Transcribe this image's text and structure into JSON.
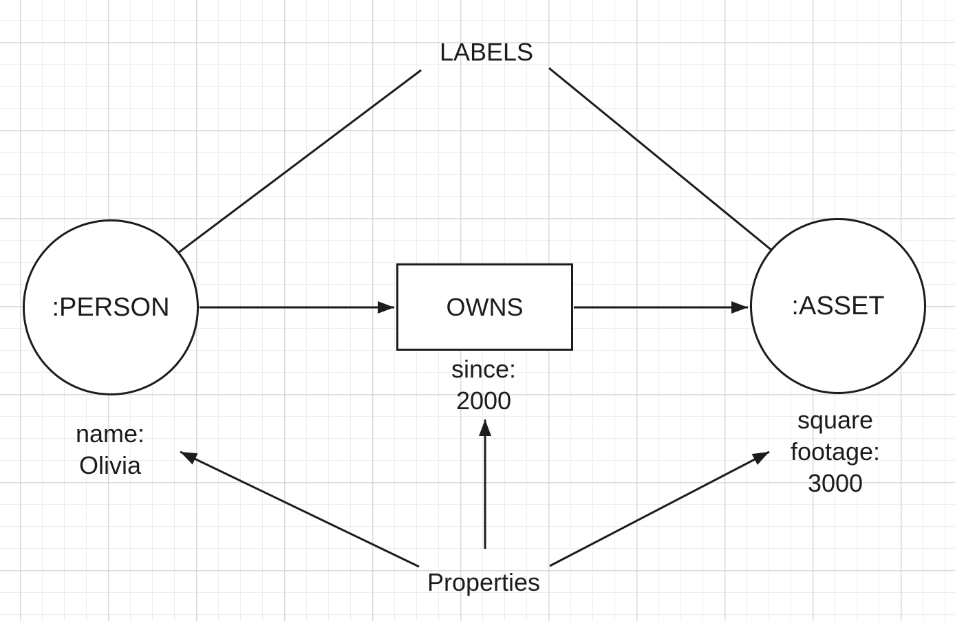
{
  "canvas": {
    "background": "#ffffff",
    "grid_minor_color": "#ededed",
    "grid_major_color": "#dadada",
    "stroke_color": "#1c1c1c"
  },
  "annotations": {
    "labels_title": "LABELS",
    "properties_title": "Properties"
  },
  "nodes": {
    "person": {
      "label": ":PERSON",
      "shape": "circle"
    },
    "asset": {
      "label": ":ASSET",
      "shape": "circle"
    }
  },
  "relationship": {
    "label": "OWNS",
    "shape": "rectangle"
  },
  "properties": {
    "person": "name:\nOlivia",
    "relationship": "since:\n2000",
    "asset": "square\nfootage:\n3000"
  },
  "edges": [
    {
      "name": "labels-to-person",
      "from": "LABELS",
      "to": ":PERSON"
    },
    {
      "name": "labels-to-asset",
      "from": "LABELS",
      "to": ":ASSET"
    },
    {
      "name": "person-to-owns",
      "from": ":PERSON",
      "to": "OWNS"
    },
    {
      "name": "owns-to-asset",
      "from": "OWNS",
      "to": ":ASSET"
    },
    {
      "name": "properties-to-name",
      "from": "Properties",
      "to": "name: Olivia"
    },
    {
      "name": "properties-to-since",
      "from": "Properties",
      "to": "since: 2000"
    },
    {
      "name": "properties-to-squarefootage",
      "from": "Properties",
      "to": "square footage: 3000"
    }
  ]
}
